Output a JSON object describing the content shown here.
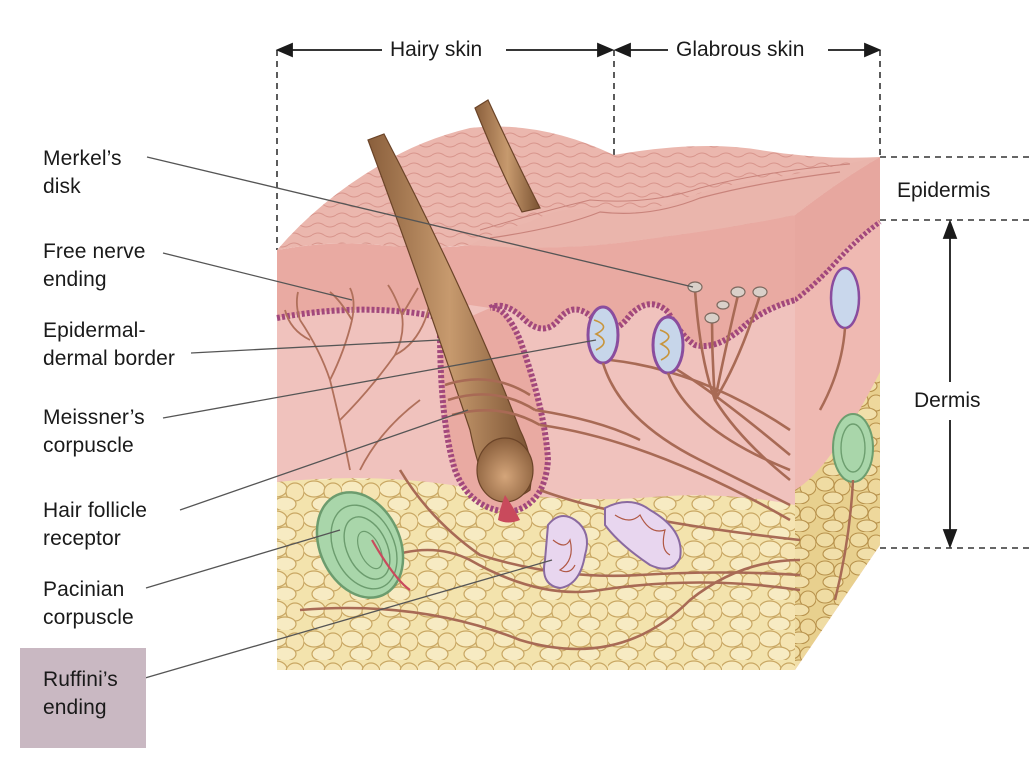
{
  "header": {
    "hairy_skin": "Hairy skin",
    "glabrous_skin": "Glabrous skin"
  },
  "layers": {
    "epidermis": "Epidermis",
    "dermis": "Dermis"
  },
  "labels": [
    {
      "id": "merkels-disk",
      "text": "Merkel’s\ndisk"
    },
    {
      "id": "free-nerve-ending",
      "text": "Free nerve\nending"
    },
    {
      "id": "epidermal-dermal-border",
      "text": "Epidermal-\ndermal border"
    },
    {
      "id": "meissners-corpuscle",
      "text": "Meissner’s\ncorpuscle"
    },
    {
      "id": "hair-follicle-receptor",
      "text": "Hair follicle\nreceptor"
    },
    {
      "id": "pacinian-corpuscle",
      "text": "Pacinian\ncorpuscle"
    },
    {
      "id": "ruffinis-ending",
      "text": "Ruffini’s\nending"
    }
  ],
  "colors": {
    "epidermis_surface": "#e9b3ab",
    "dermis": "#f0c0bc",
    "fat": "#f2e0a8",
    "fat_outline": "#c8a25e",
    "nerve": "#a86a55",
    "hair": "#b88a60",
    "pacinian": "#a8d4a8",
    "border_cells": "#a2487c",
    "highlight_box": "#c9b8c2"
  }
}
